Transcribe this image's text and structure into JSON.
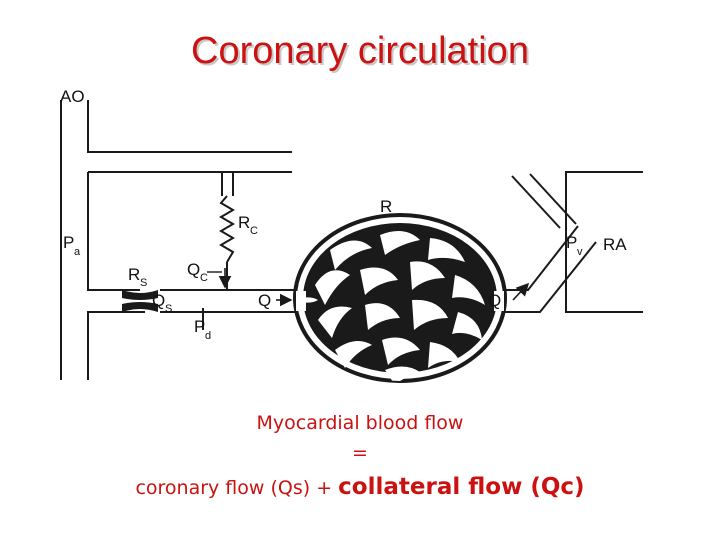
{
  "title": "Coronary circulation",
  "labels": {
    "ao": "AO",
    "pa_main": "P",
    "pa_sub": "a",
    "rc_main": "R",
    "rc_sub": "C",
    "r": "R",
    "pv_main": "P",
    "pv_sub": "v",
    "ra": "RA",
    "rs_main": "R",
    "rs_sub": "S",
    "qc_main": "Q",
    "qc_sub": "C",
    "qs_main": "Q",
    "qs_sub": "S",
    "q_left": "Q",
    "q_right": "Q",
    "pd_main": "P",
    "pd_sub": "d"
  },
  "caption": {
    "line1": "Myocardial blood flow",
    "line2": "=",
    "line3_plain": "coronary flow (Qs) + ",
    "line3_bold": "collateral flow (Qc)"
  },
  "colors": {
    "accent": "#cc1111",
    "line": "#1a1a1a"
  }
}
